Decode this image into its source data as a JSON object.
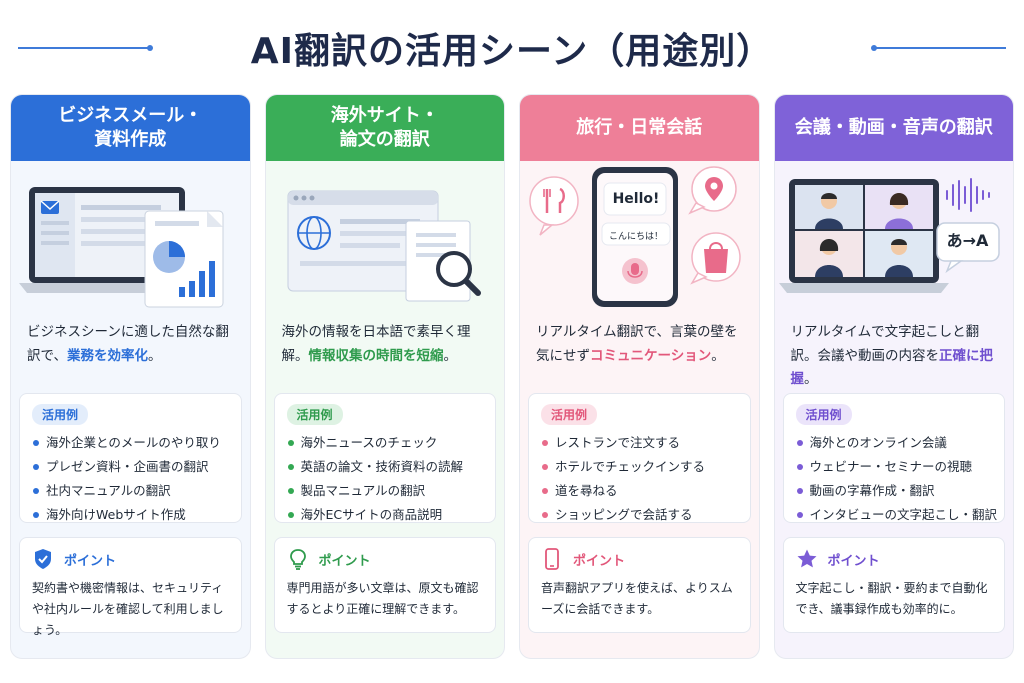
{
  "title": "AI翻訳の活用シーン（用途別）",
  "cards": [
    {
      "header": "ビジネスメール・\n資料作成",
      "desc_plain": "ビジネスシーンに適した自然な翻訳で、",
      "desc_highlight": "業務を効率化",
      "desc_end": "。",
      "uses_tag": "活用例",
      "uses": [
        "海外企業とのメールのやり取り",
        "プレゼン資料・企画書の翻訳",
        "社内マニュアルの翻訳",
        "海外向けWebサイト作成"
      ],
      "point_label": "ポイント",
      "point_icon": "shield-check-icon",
      "point_text": "契約書や機密情報は、セキュリティや社内ルールを確認して利用しましょう。"
    },
    {
      "header": "海外サイト・\n論文の翻訳",
      "desc_plain": "海外の情報を日本語で素早く理解。",
      "desc_highlight": "情報収集の時間を短縮",
      "desc_end": "。",
      "uses_tag": "活用例",
      "uses": [
        "海外ニュースのチェック",
        "英語の論文・技術資料の読解",
        "製品マニュアルの翻訳",
        "海外ECサイトの商品説明"
      ],
      "point_label": "ポイント",
      "point_icon": "lightbulb-icon",
      "point_text": "専門用語が多い文章は、原文も確認するとより正確に理解できます。"
    },
    {
      "header": "旅行・日常会話",
      "desc_plain": "リアルタイム翻訳で、言葉の壁を気にせず",
      "desc_highlight": "コミュニケーション",
      "desc_end": "。",
      "uses_tag": "活用例",
      "uses": [
        "レストランで注文する",
        "ホテルでチェックインする",
        "道を尋ねる",
        "ショッピングで会話する"
      ],
      "point_label": "ポイント",
      "point_icon": "smartphone-icon",
      "point_text": "音声翻訳アプリを使えば、よりスムーズに会話できます。",
      "phone_hello": "Hello!",
      "phone_konnichiwa": "こんにちは！"
    },
    {
      "header": "会議・動画・音声の翻訳",
      "desc_plain": "リアルタイムで文字起こしと翻訳。会議や動画の内容を",
      "desc_highlight": "正確に把握",
      "desc_end": "。",
      "uses_tag": "活用例",
      "uses": [
        "海外とのオンライン会議",
        "ウェビナー・セミナーの視聴",
        "動画の字幕作成・翻訳",
        "インタビューの文字起こし・翻訳"
      ],
      "point_label": "ポイント",
      "point_icon": "star-icon",
      "point_text": "文字起こし・翻訳・要約まで自動化でき、議事録作成も効率的に。",
      "translate_label": "あ→A"
    }
  ]
}
